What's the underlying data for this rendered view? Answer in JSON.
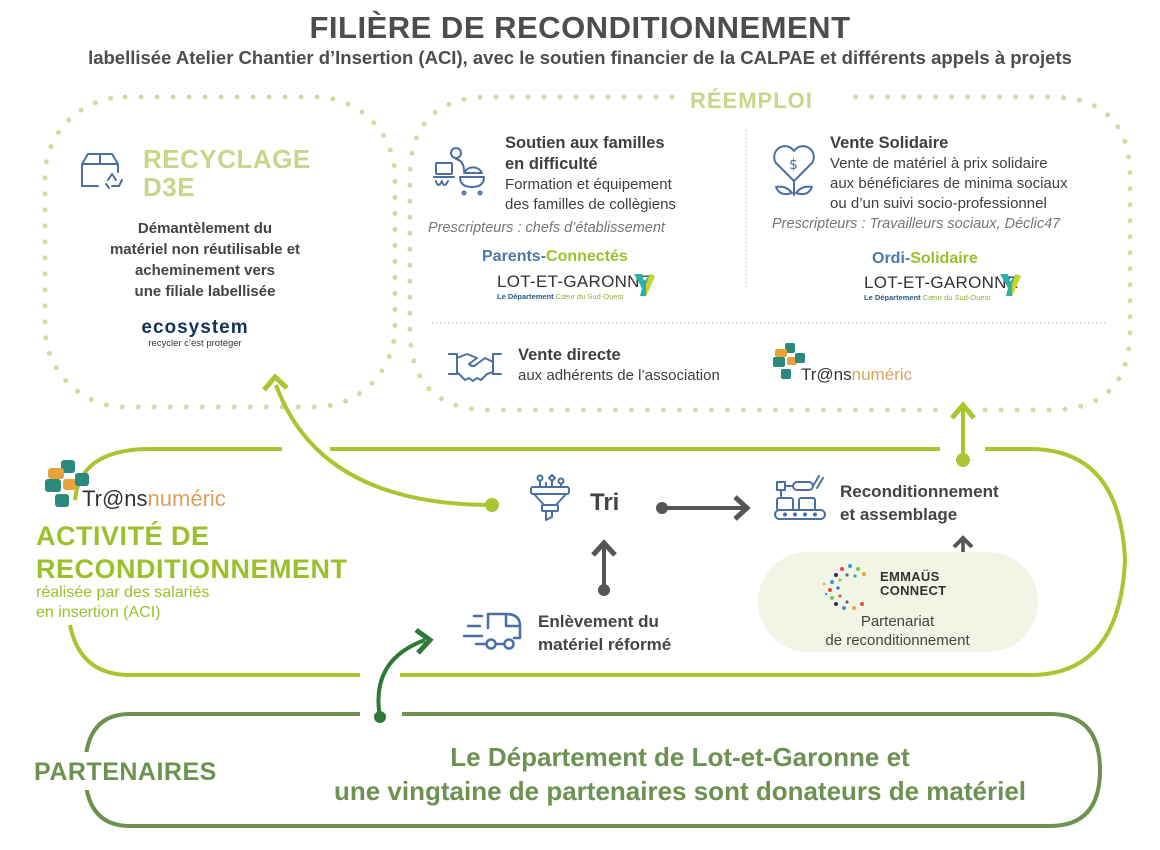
{
  "header": {
    "title": "FILIÈRE DE RECONDITIONNEMENT",
    "subtitle": "labellisée Atelier Chantier d’Insertion (ACI), avec le soutien financier de la CALPAE et différents appels à projets"
  },
  "colors": {
    "lime": "#9cbf2b",
    "lime_light": "#c8d68a",
    "dark_green": "#2d7a36",
    "partners_green": "#6c9150",
    "icon_blue": "#4b6fa3",
    "text_dark": "#444444"
  },
  "recyclage": {
    "title_line1": "RECYCLAGE",
    "title_line2": "D3E",
    "icon": "box-recycle-icon",
    "description_lines": [
      "Démantèlement du",
      "matériel non réutilisable et",
      "acheminement vers",
      "une filiale labellisée"
    ],
    "logo_name": "ecosystem",
    "logo_tagline": "recycler c’est protéger"
  },
  "reemploi": {
    "title": "RÉEMPLOI",
    "familles": {
      "icon": "family-laptop-stroller-icon",
      "title_lines": [
        "Soutien aux familles",
        "en difficulté"
      ],
      "desc_lines": [
        "Formation et équipement",
        "des familles de collègiens"
      ],
      "prescripteurs": "Prescripteurs : chefs d’établissement",
      "program_part1": "Parents-",
      "program_part2": "Connectés",
      "logo_main": "LOT-ET-GARONNE",
      "logo_sub1": "Le Département",
      "logo_sub2": "Cœur du Sud-Ouest"
    },
    "solidaire": {
      "icon": "heart-dollar-plant-icon",
      "title": "Vente Solidaire",
      "desc_lines": [
        "Vente de matériel à prix solidaire",
        "aux bénéficiares de minima sociaux",
        "ou d’un suivi socio-professionnel"
      ],
      "prescripteurs": "Prescripteurs : Travailleurs sociaux, Déclic47",
      "program_part1": "Ordi-",
      "program_part2": "Solidaire",
      "logo_main": "LOT-ET-GARONNE",
      "logo_sub1": "Le Département",
      "logo_sub2": "Cœur du Sud-Ouest"
    },
    "directe": {
      "icon": "handshake-icon",
      "title": "Vente directe",
      "desc": "aux adhérents de l’association",
      "logo_part1": "Tr@ns",
      "logo_part2": "numéric"
    }
  },
  "activite": {
    "logo_part1": "Tr@ns",
    "logo_part2": "numéric",
    "title_line1": "ACTIVITÉ DE",
    "title_line2": "RECONDITIONNEMENT",
    "sub_lines": [
      "réalisée par des salariés",
      "en insertion (ACI)"
    ],
    "tri": {
      "icon": "funnel-filter-icon",
      "label": "Tri"
    },
    "recond": {
      "icon": "conveyor-robot-icon",
      "lines": [
        "Reconditionnement",
        "et assemblage"
      ]
    },
    "enlevement": {
      "icon": "delivery-truck-icon",
      "lines": [
        "Enlèvement du",
        "matériel réformé"
      ]
    },
    "emmaus": {
      "line1": "EMMAÜS",
      "line2": "CONNECT",
      "desc_lines": [
        "Partenariat",
        "de reconditionnement"
      ]
    }
  },
  "partenaires": {
    "label": "PARTENAIRES",
    "desc_lines": [
      "Le Département de Lot-et-Garonne et",
      "une vingtaine de partenaires sont donateurs de matériel"
    ]
  }
}
